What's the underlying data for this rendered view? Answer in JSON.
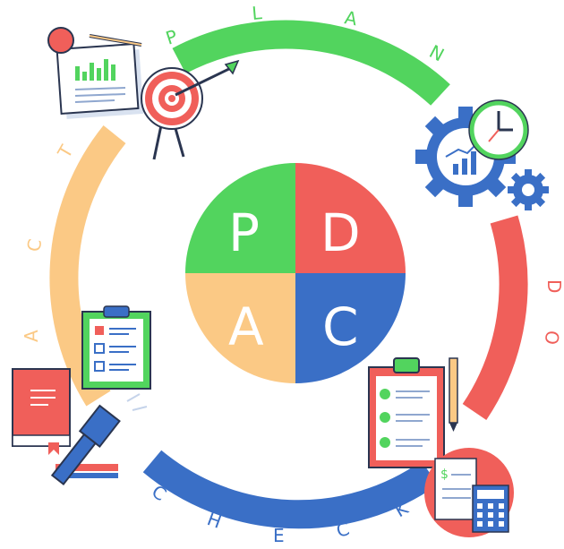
{
  "colors": {
    "plan": "#52d45e",
    "do": "#f05f5a",
    "check": "#3a6fc6",
    "act": "#fbc985",
    "ink": "#2a3550",
    "gear": "#3a6fc6"
  },
  "center": {
    "top_left": "P",
    "top_right": "D",
    "bottom_right": "C",
    "bottom_left": "A"
  },
  "arcs": {
    "plan": [
      "P",
      "L",
      "A",
      "N"
    ],
    "do": [
      "D",
      "O"
    ],
    "check": [
      "C",
      "H",
      "E",
      "C",
      "K"
    ],
    "act": [
      "A",
      "C",
      "T"
    ]
  },
  "icons": {
    "plan": [
      "report-document-icon",
      "target-arrow-icon"
    ],
    "do": [
      "gears-clock-icon"
    ],
    "check": [
      "checklist-clipboard-icon",
      "receipt-calculator-icon"
    ],
    "act": [
      "task-list-clipboard-icon",
      "law-book-gavel-icon"
    ]
  }
}
